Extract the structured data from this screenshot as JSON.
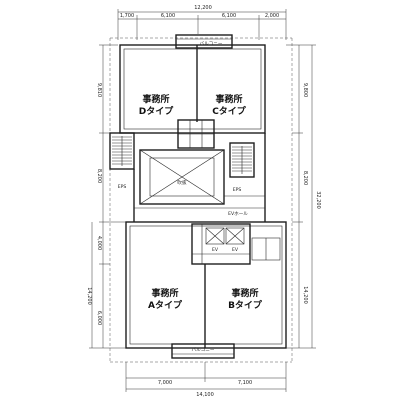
{
  "rooms": {
    "office_d": {
      "line1": "事務所",
      "line2": "Dタイプ"
    },
    "office_c": {
      "line1": "事務所",
      "line2": "Cタイプ"
    },
    "office_a": {
      "line1": "事務所",
      "line2": "Aタイプ"
    },
    "office_b": {
      "line1": "事務所",
      "line2": "Bタイプ"
    },
    "balcony_top": "バルコニー",
    "balcony_bottom": "バルコニー",
    "atrium": "吹抜",
    "eps_left": "EPS",
    "eps_right": "EPS",
    "ev_hall": "EVホール",
    "ev_1": "EV",
    "ev_2": "EV"
  },
  "dimensions": {
    "top_total": "12,200",
    "top_segments": [
      "1,700",
      "6,100",
      "6,100",
      "2,000"
    ],
    "bottom_total": "14,100",
    "bottom_segments": [
      "7,000",
      "7,100"
    ],
    "left_inner": [
      "9,810",
      "8,200",
      "4,000",
      "6,000"
    ],
    "left_outer": "14,200",
    "right_inner": [
      "9,800",
      "8,200",
      "14,200"
    ],
    "right_outer": "32,200"
  }
}
